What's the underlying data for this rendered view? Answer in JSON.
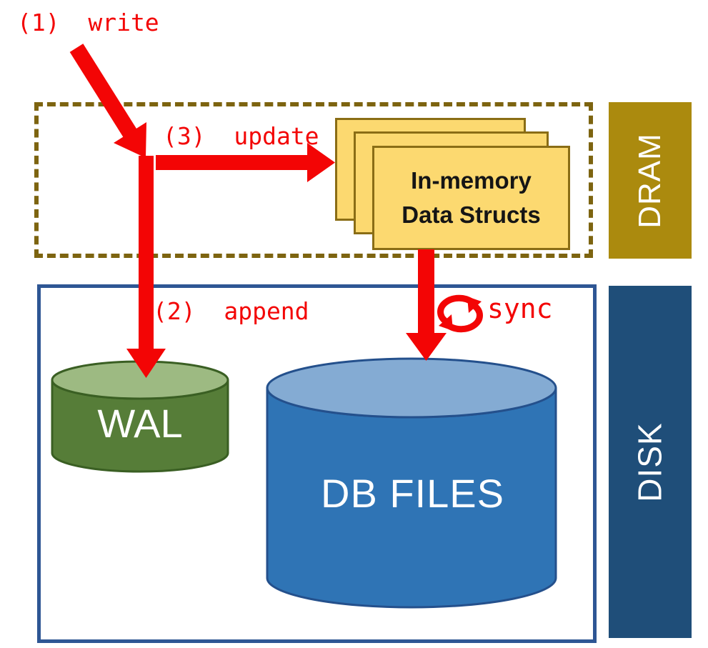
{
  "diagram": {
    "labels": {
      "write": "(1)  write",
      "update": "(3)  update",
      "append": "(2)  append",
      "sync": "sync"
    },
    "memory_card": {
      "line1": "In-memory",
      "line2": "Data Structs"
    },
    "wal_label": "WAL",
    "db_files_label": "DB FILES",
    "dram_label": "DRAM",
    "disk_label": "DISK",
    "colors": {
      "arrow_red": "#f30505",
      "dram_dashed_border": "#7d6410",
      "dram_tab_fill": "#ab8a0e",
      "disk_tab_fill": "#1f4e79",
      "disk_box_border": "#2e5694",
      "card_fill": "#fcd970",
      "card_border": "#8a6d15",
      "wal_body": "#567d38",
      "wal_top": "#9dba82",
      "wal_outline": "#3a5f23",
      "db_body": "#2f74b5",
      "db_top": "#84abd3",
      "db_outline": "#24508c"
    }
  }
}
